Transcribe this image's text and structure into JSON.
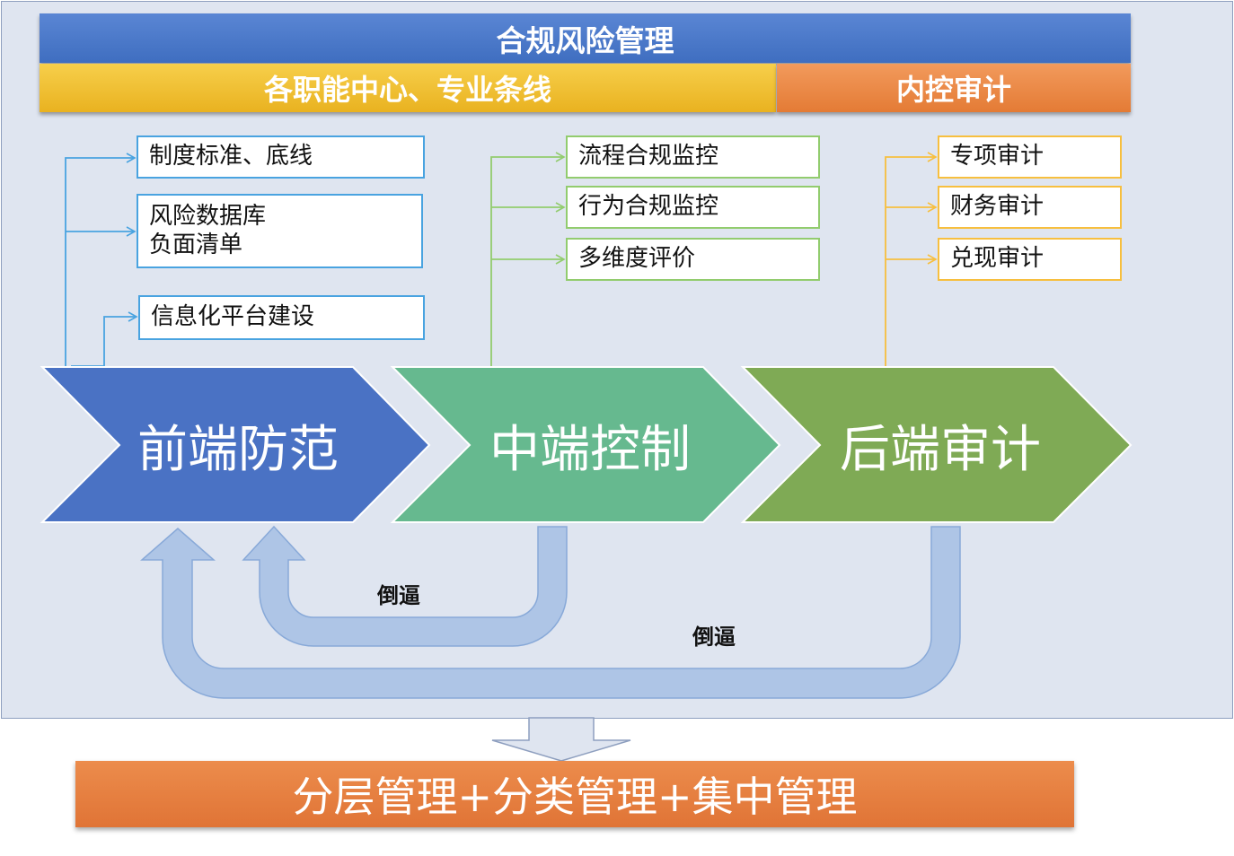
{
  "header": {
    "title": "合规风险管理",
    "left_band": "各职能中心、专业条线",
    "right_band": "内控审计"
  },
  "stages": [
    {
      "label": "前端防范",
      "color": "#4a72c4",
      "items": [
        "制度标准、底线",
        "风险数据库",
        "负面清单",
        "信息化平台建设"
      ]
    },
    {
      "label": "中端控制",
      "color": "#66b98f",
      "items": [
        "流程合规监控",
        "行为合规监控",
        "多维度评价"
      ]
    },
    {
      "label": "后端审计",
      "color": "#7faa55",
      "items": [
        "专项审计",
        "财务审计",
        "兑现审计"
      ]
    }
  ],
  "feedback": {
    "label_1": "倒逼",
    "label_2": "倒逼"
  },
  "footer": "分层管理+分类管理+集中管理",
  "colors": {
    "background": "#dfe5f0",
    "blue_line": "#49a3e0",
    "green_line": "#92cc6e",
    "orange_line": "#f7bf3f",
    "loop_arrow": "#aec5e6"
  }
}
